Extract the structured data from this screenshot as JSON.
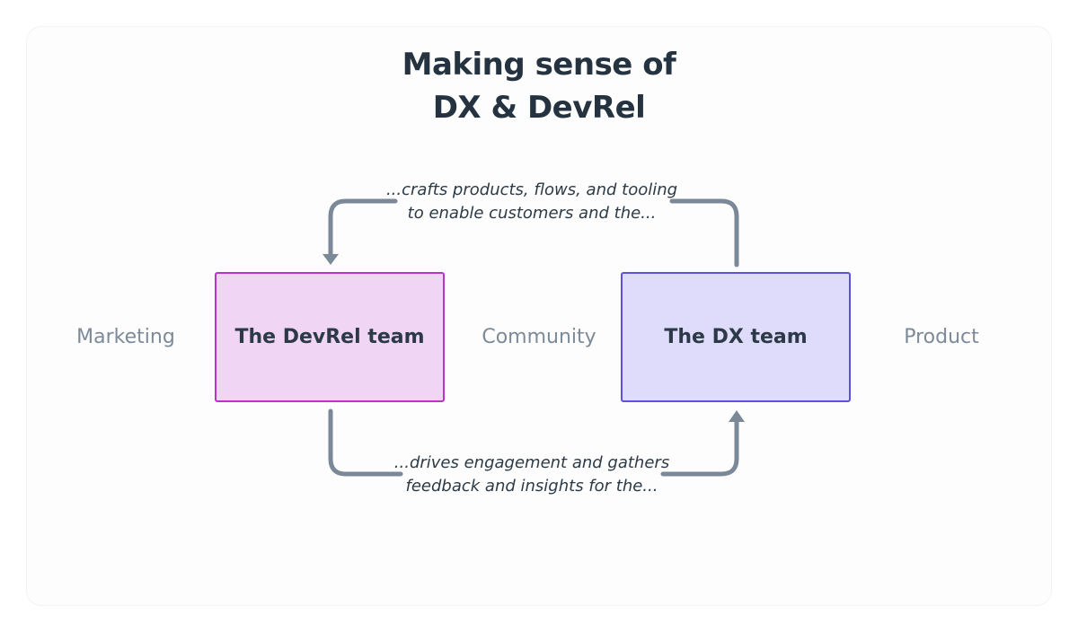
{
  "title": {
    "line1": "Making sense of",
    "line2": "DX & DevRel"
  },
  "nodes": {
    "devrel": "The DevRel team",
    "dx": "The DX team"
  },
  "side_labels": {
    "marketing": "Marketing",
    "community": "Community",
    "product": "Product"
  },
  "edges": {
    "top": {
      "line1": "...crafts products, flows, and tooling",
      "line2": "to enable customers and the..."
    },
    "bottom": {
      "line1": "...drives engagement and gathers",
      "line2": "feedback and insights for the..."
    }
  },
  "colors": {
    "title": "#253340",
    "devrel_border": "#b835c8",
    "devrel_fill": "#f1d5f4",
    "dx_border": "#5d52d9",
    "dx_fill": "#dfdcfb",
    "arrow": "#7b8897",
    "side_label": "#7c8a99"
  }
}
